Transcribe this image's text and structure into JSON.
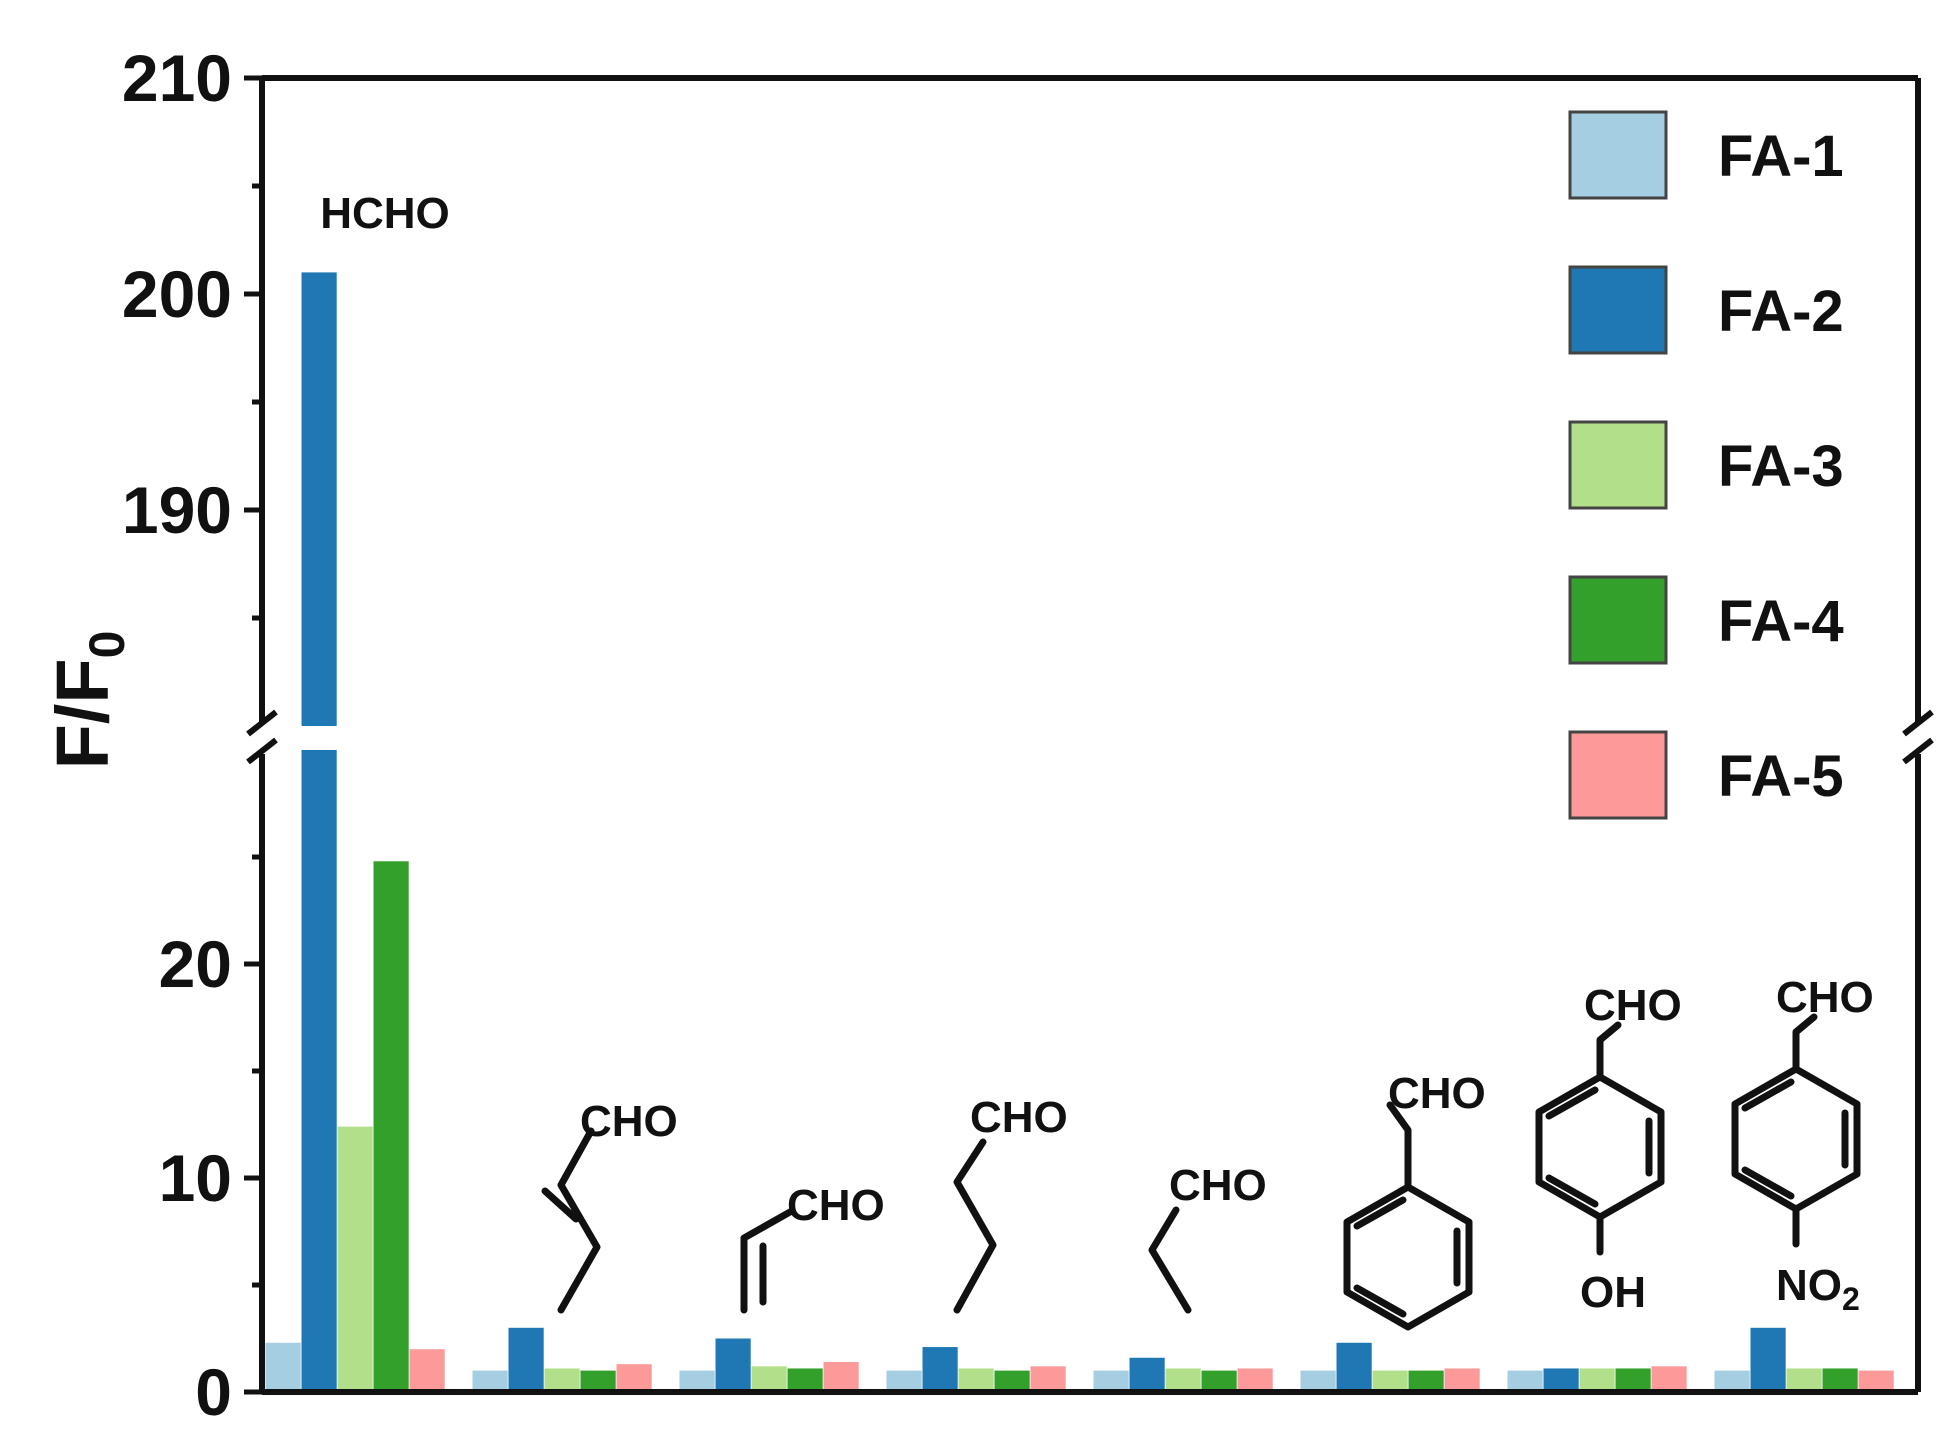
{
  "chart_data": {
    "type": "bar",
    "title": "",
    "xlabel": "",
    "ylabel": "F/F",
    "ylabel_subscript": "0",
    "axis_break": true,
    "lower_ylim": [
      0,
      30
    ],
    "upper_ylim": [
      180,
      210
    ],
    "yticks_lower": [
      "0",
      "10",
      "20"
    ],
    "yticks_upper": [
      "190",
      "200",
      "210"
    ],
    "legend_position": "top-right",
    "categories": [
      "HCHO",
      "crotonaldehyde",
      "acrolein",
      "butyraldehyde",
      "propionaldehyde",
      "benzaldehyde",
      "4-hydroxybenzaldehyde",
      "4-nitrobenzaldehyde"
    ],
    "category_labels": {
      "hcho": "HCHO",
      "cho": "CHO",
      "oh": "OH",
      "no2_main": "NO",
      "no2_sub": "2"
    },
    "series": [
      {
        "name": "FA-1",
        "color": "#a6cee3",
        "values": [
          2.3,
          1.0,
          1.0,
          1.0,
          1.0,
          1.0,
          1.0,
          1.0
        ]
      },
      {
        "name": "FA-2",
        "color": "#1f78b4",
        "values": [
          201,
          3.0,
          2.5,
          2.1,
          1.6,
          2.3,
          1.1,
          3.0
        ]
      },
      {
        "name": "FA-3",
        "color": "#b2df8a",
        "values": [
          12.4,
          1.1,
          1.2,
          1.1,
          1.1,
          1.0,
          1.1,
          1.1
        ]
      },
      {
        "name": "FA-4",
        "color": "#33a02c",
        "values": [
          24.8,
          1.0,
          1.1,
          1.0,
          1.0,
          1.0,
          1.1,
          1.1
        ]
      },
      {
        "name": "FA-5",
        "color": "#fb9a99",
        "values": [
          2.0,
          1.3,
          1.4,
          1.2,
          1.1,
          1.1,
          1.2,
          1.0
        ]
      }
    ]
  }
}
